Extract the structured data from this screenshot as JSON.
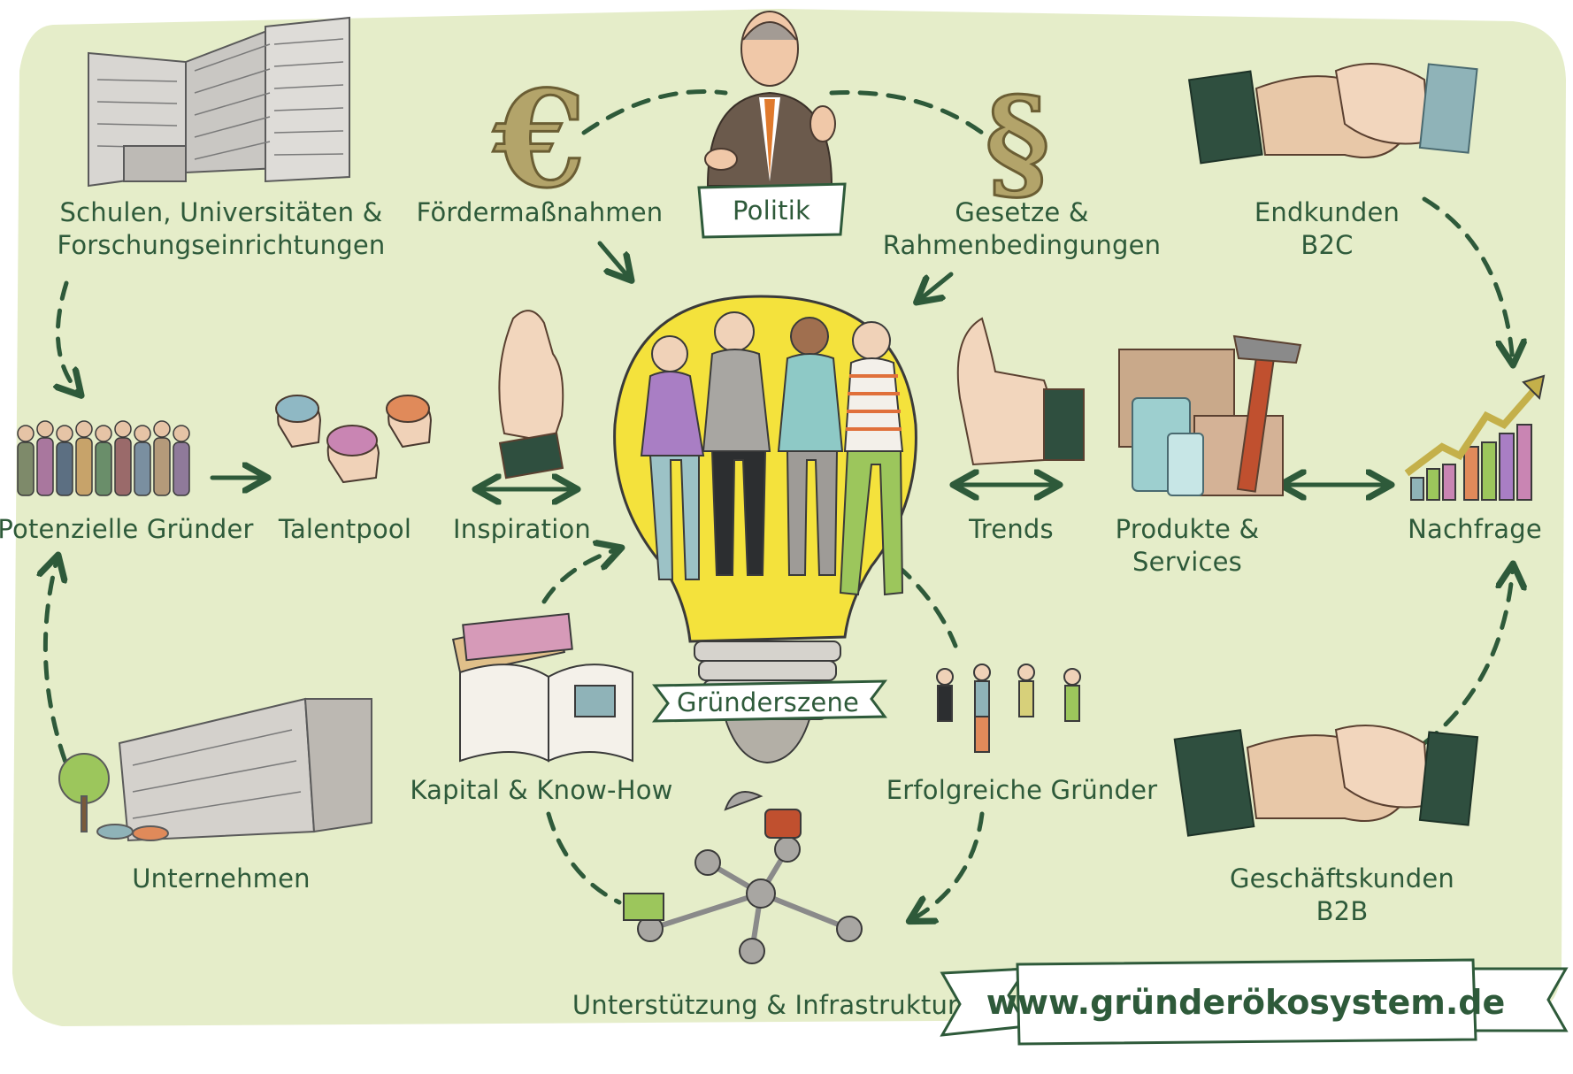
{
  "labels": {
    "schulen": [
      "Schulen, Universitäten &",
      "Forschungseinrichtungen"
    ],
    "foerder": "Fördermaßnahmen",
    "politik": "Politik",
    "gesetze": [
      "Gesetze &",
      "Rahmenbedingungen"
    ],
    "endkunden": [
      "Endkunden",
      "B2C"
    ],
    "potenzielle": "Potenzielle Gründer",
    "talentpool": "Talentpool",
    "inspiration": "Inspiration",
    "trends": "Trends",
    "produkte": [
      "Produkte &",
      "Services"
    ],
    "nachfrage": "Nachfrage",
    "gruenderszene": "Gründerszene",
    "kapital": "Kapital & Know-How",
    "erfolgreiche": "Erfolgreiche Gründer",
    "unternehmen": "Unternehmen",
    "geschaeftskunden": [
      "Geschäftskunden",
      "B2B"
    ],
    "unterstuetzung": "Unterstützung & Infrastruktur",
    "url": "www.gründerökosystem.de"
  },
  "icons": {
    "euro": "€",
    "paragraph": "§"
  },
  "colors": {
    "background": "#e5edc9",
    "text": "#2e5a3a",
    "bulb": "#f4e23c"
  }
}
